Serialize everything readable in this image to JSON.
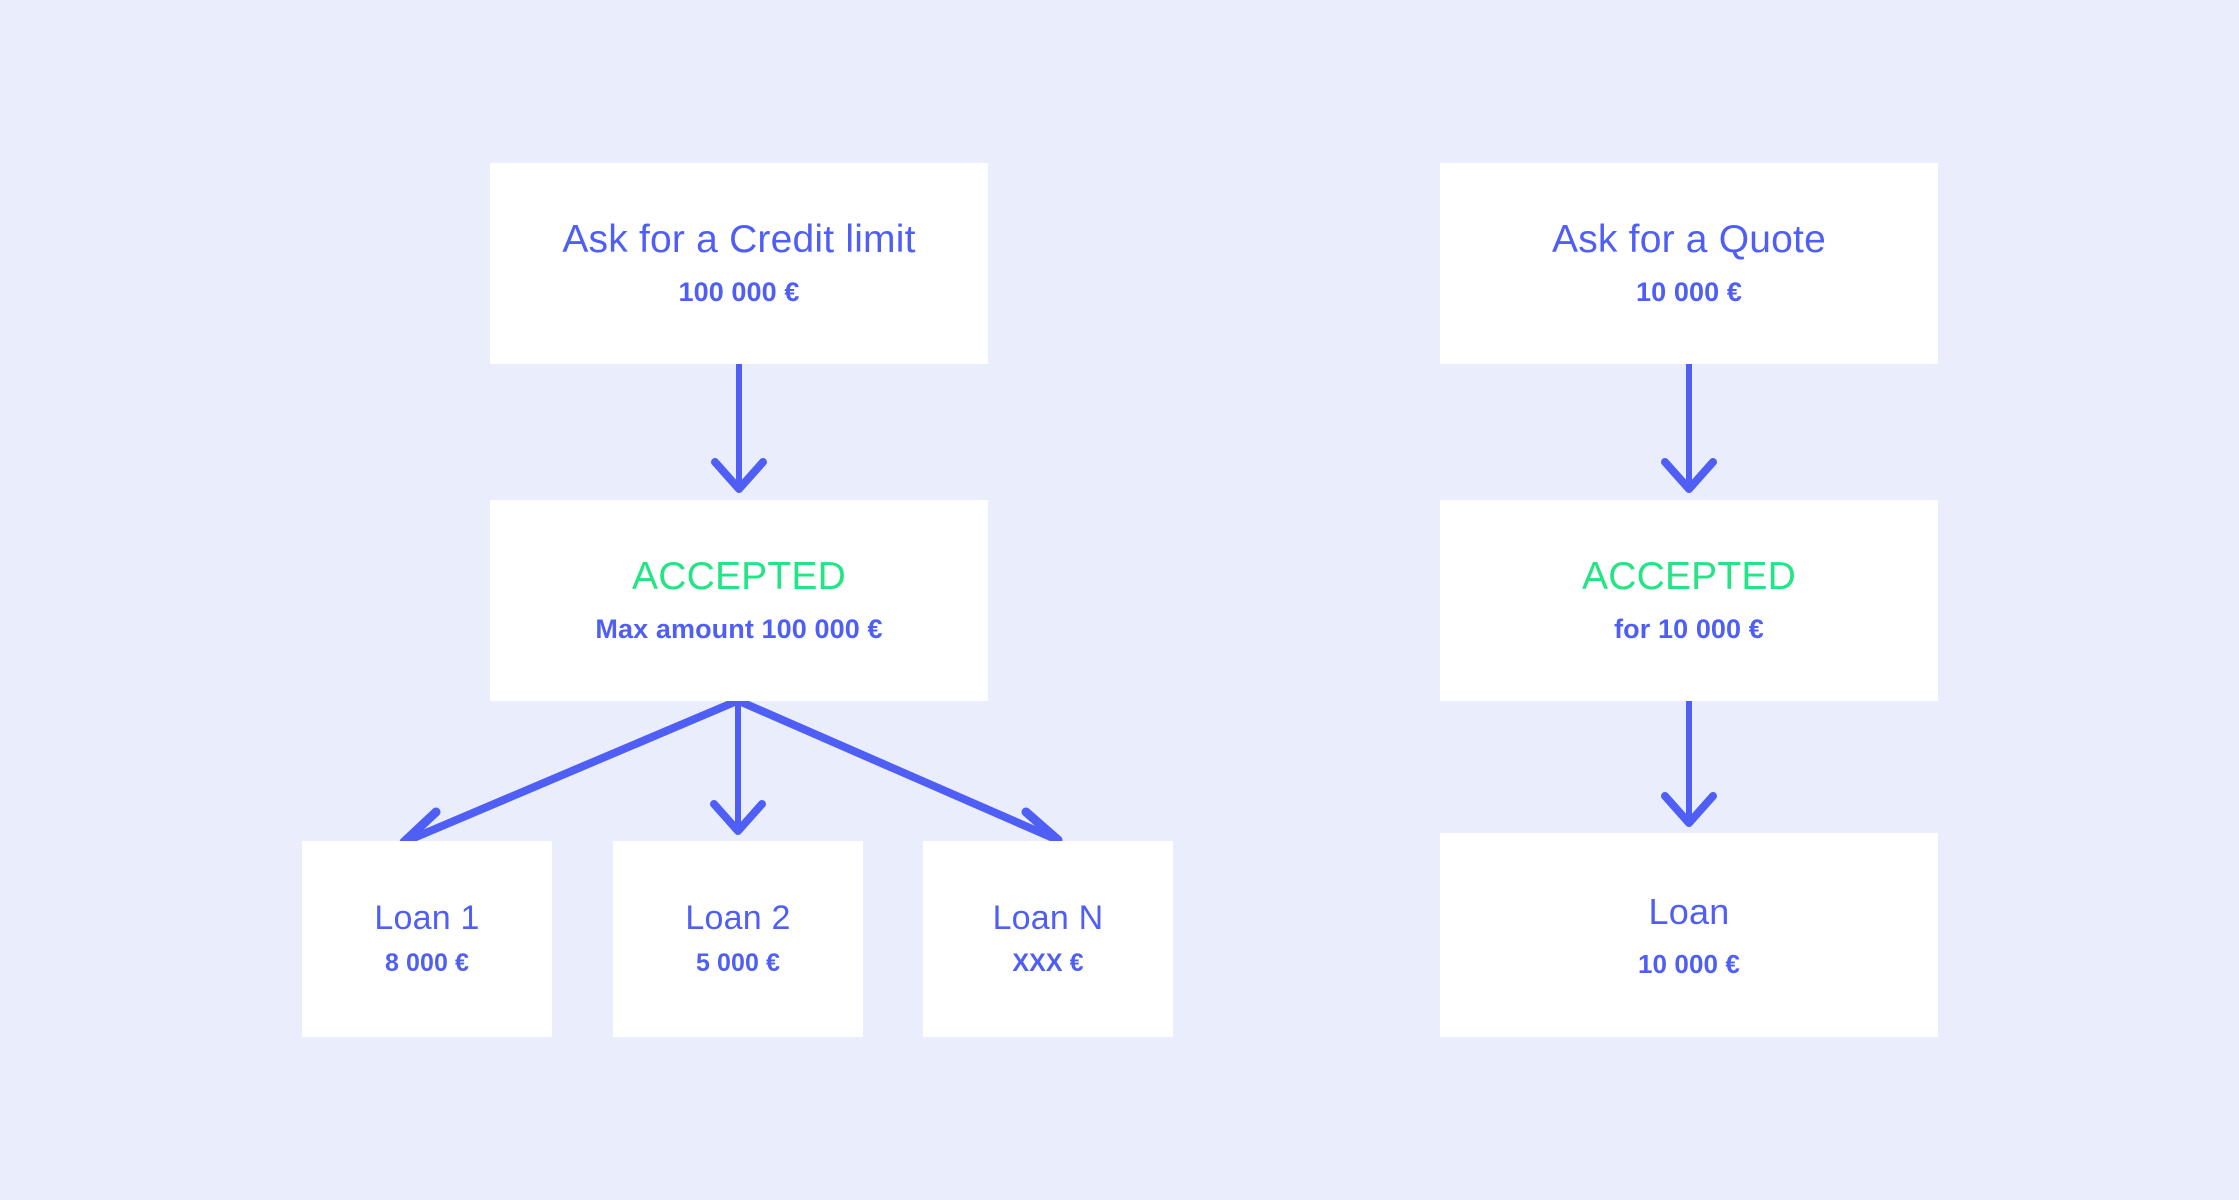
{
  "canvas": {
    "background_color": "#eaedfc",
    "accent_blue": "#4f5ff5",
    "accent_green": "#22e584",
    "node_fill": "#ffffff"
  },
  "flows": {
    "credit_limit": {
      "request": {
        "title": "Ask for a Credit limit",
        "amount": "100 000 €"
      },
      "decision": {
        "status": "ACCEPTED",
        "detail": "Max amount 100 000 €"
      },
      "loans": [
        {
          "title": "Loan 1",
          "amount": "8 000 €"
        },
        {
          "title": "Loan 2",
          "amount": "5 000 €"
        },
        {
          "title": "Loan N",
          "amount": "XXX €"
        }
      ]
    },
    "quote": {
      "request": {
        "title": "Ask for a Quote",
        "amount": "10 000 €"
      },
      "decision": {
        "status": "ACCEPTED",
        "detail": "for 10 000 €"
      },
      "loans": [
        {
          "title": "Loan",
          "amount": "10 000 €"
        }
      ]
    }
  }
}
